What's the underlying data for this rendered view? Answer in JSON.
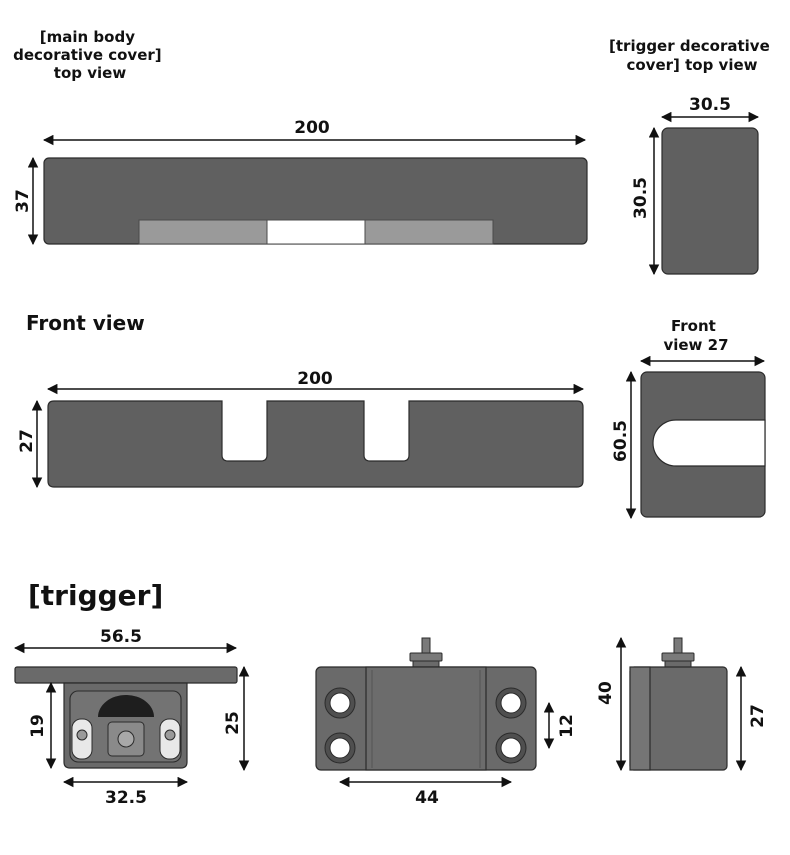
{
  "labels": {
    "main_cover_top_view": [
      "[main body",
      "decorative cover]",
      "top view"
    ],
    "trigger_cover_top_view": [
      "[trigger decorative",
      "cover] top view"
    ],
    "front_view": "Front view",
    "trigger_front_view": [
      "Front",
      "view 27"
    ],
    "trigger_section": "[trigger]"
  },
  "dimensions": {
    "main_top_length": "200",
    "main_top_height": "37",
    "trigger_top_width": "30.5",
    "trigger_top_height": "30.5",
    "front_length": "200",
    "front_height": "27",
    "trigger_front_height": "60.5",
    "trigger_width": "56.5",
    "trigger_left_height": "19",
    "trigger_right_height": "25",
    "trigger_base_width": "32.5",
    "trigger_plate_width": "44",
    "trigger_hole_spacing": "12",
    "trigger_side_height_total": "40",
    "trigger_side_height_body": "27"
  },
  "colors": {
    "body": "#5f5f5f",
    "body_light": "#6d6d6d",
    "stripe": "#9a9a9a",
    "cutout": "#ffffff",
    "outline": "#2b2b2b"
  }
}
